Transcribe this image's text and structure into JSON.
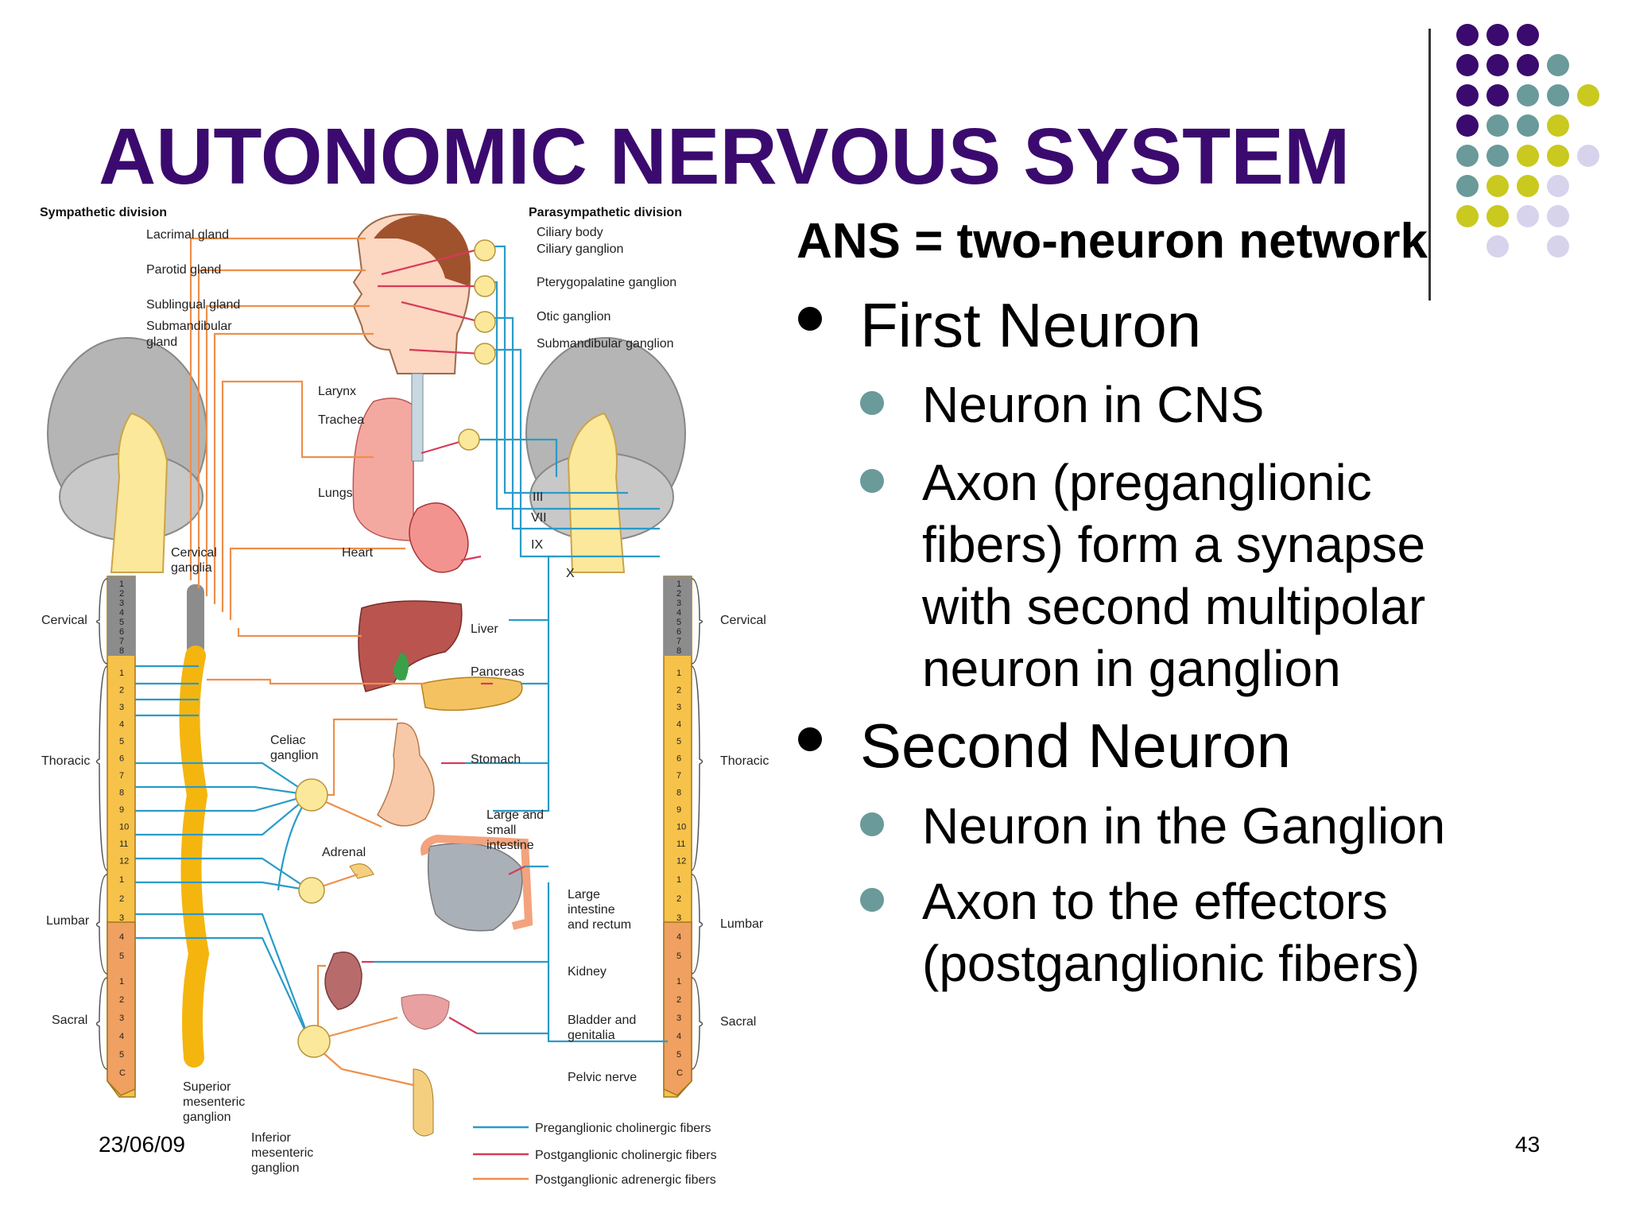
{
  "slide": {
    "title": "AUTONOMIC NERVOUS SYSTEM",
    "date": "23/06/09",
    "page_number": "43"
  },
  "content": {
    "heading": "ANS = two-neuron network",
    "first_neuron": {
      "label": "First Neuron",
      "items": [
        "Neuron in CNS",
        "Axon (preganglionic fibers) form a synapse with second multipolar neuron in ganglion"
      ]
    },
    "second_neuron": {
      "label": "Second Neuron",
      "items": [
        "Neuron in the Ganglion",
        "Axon to the effectors (postganglionic fibers)"
      ]
    }
  },
  "diagram": {
    "sympathetic_title": "Sympathetic division",
    "parasympathetic_title": "Parasympathetic division",
    "left_labels": [
      "Lacrimal gland",
      "Parotid gland",
      "Sublingual gland",
      "Submandibular",
      "gland"
    ],
    "right_top_labels": [
      "Ciliary body",
      "Ciliary ganglion",
      "Pterygopalatine ganglion",
      "Otic ganglion",
      "Submandibular ganglion"
    ],
    "organ_labels": {
      "larynx": "Larynx",
      "trachea": "Trachea",
      "lungs": "Lungs",
      "heart": "Heart",
      "liver": "Liver",
      "pancreas": "Pancreas",
      "stomach": "Stomach",
      "large_small_intestine": [
        "Large and",
        "small",
        "intestine"
      ],
      "adrenal": "Adrenal",
      "large_intestine_rectum": [
        "Large",
        "intestine",
        "and rectum"
      ],
      "kidney": "Kidney",
      "bladder": [
        "Bladder and",
        "genitalia"
      ],
      "pelvic_nerve": "Pelvic nerve"
    },
    "ganglia_labels": {
      "cervical_ganglia": [
        "Cervical",
        "ganglia"
      ],
      "celiac": [
        "Celiac",
        "ganglion"
      ],
      "superior_mesenteric": [
        "Superior",
        "mesenteric",
        "ganglion"
      ],
      "inferior_mesenteric": [
        "Inferior",
        "mesenteric",
        "ganglion"
      ]
    },
    "cranial_nerves": [
      "III",
      "VII",
      "IX",
      "X"
    ],
    "spine_regions_left": [
      "Cervical",
      "Thoracic",
      "Lumbar",
      "Sacral"
    ],
    "spine_regions_right": [
      "Cervical",
      "Thoracic",
      "Lumbar",
      "Sacral"
    ],
    "cervical_numbers": [
      "1",
      "2",
      "3",
      "4",
      "5",
      "6",
      "7",
      "8"
    ],
    "thoracic_numbers": [
      "1",
      "2",
      "3",
      "4",
      "5",
      "6",
      "7",
      "8",
      "9",
      "10",
      "11",
      "12"
    ],
    "lumbar_numbers": [
      "1",
      "2",
      "3",
      "4",
      "5"
    ],
    "sacral_numbers": [
      "1",
      "2",
      "3",
      "4",
      "5",
      "C"
    ],
    "legend": [
      "Preganglionic cholinergic fibers",
      "Postganglionic cholinergic fibers",
      "Postganglionic adrenergic fibers"
    ],
    "colors": {
      "preganglionic": "#2a9bc8",
      "postganglionic_cholinergic": "#d63a5a",
      "postganglionic_adrenergic": "#ee8f4a",
      "spine_thoracic": "#f2b21a",
      "spine_cervical": "#9a9a9a",
      "title": "#3b0a6e"
    }
  }
}
